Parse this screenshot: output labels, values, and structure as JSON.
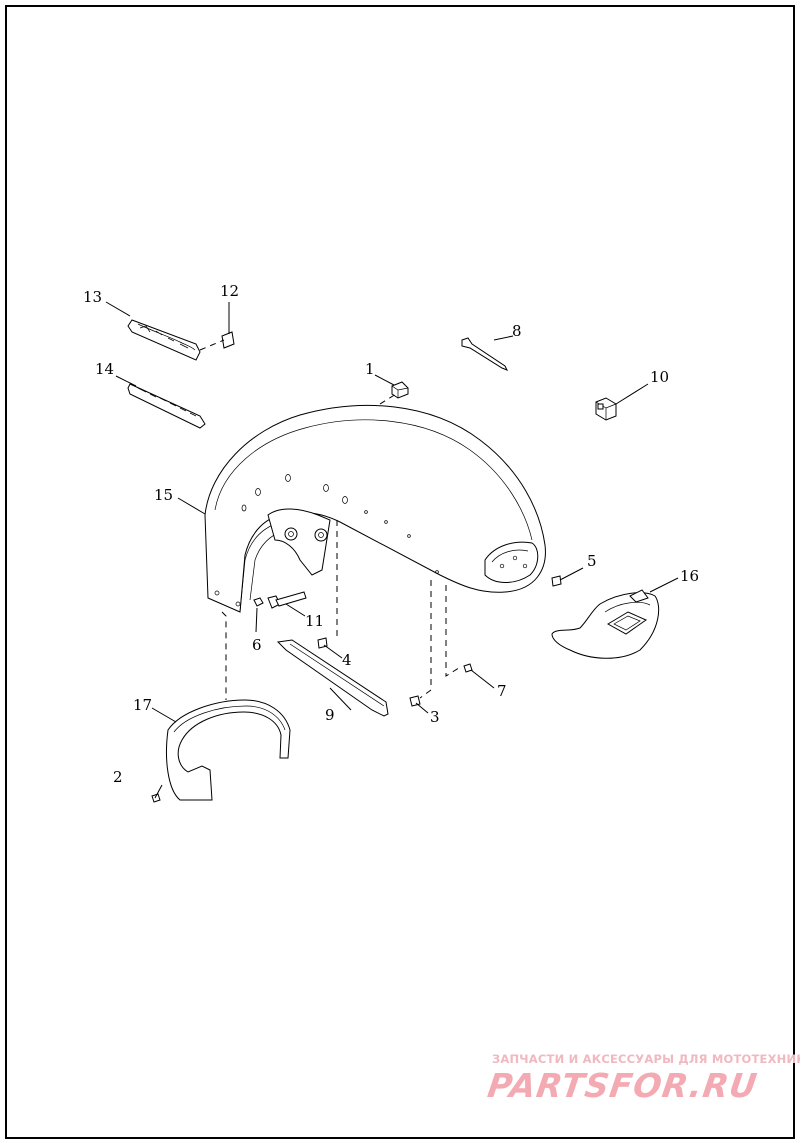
{
  "callouts": [
    {
      "id": "1",
      "label": "1"
    },
    {
      "id": "2",
      "label": "2"
    },
    {
      "id": "3",
      "label": "3"
    },
    {
      "id": "4",
      "label": "4"
    },
    {
      "id": "5",
      "label": "5"
    },
    {
      "id": "6",
      "label": "6"
    },
    {
      "id": "7",
      "label": "7"
    },
    {
      "id": "8",
      "label": "8"
    },
    {
      "id": "9",
      "label": "9"
    },
    {
      "id": "10",
      "label": "10"
    },
    {
      "id": "11",
      "label": "11"
    },
    {
      "id": "12",
      "label": "12"
    },
    {
      "id": "13",
      "label": "13"
    },
    {
      "id": "14",
      "label": "14"
    },
    {
      "id": "15",
      "label": "15"
    },
    {
      "id": "16",
      "label": "16"
    },
    {
      "id": "17",
      "label": "17"
    }
  ],
  "watermark": {
    "subtitle": "ЗАПЧАСТИ И АКСЕССУАРЫ ДЛЯ МОТОТЕХНИКИ",
    "logo": "PARTSFOR.RU",
    "color": "#f4aab3"
  }
}
